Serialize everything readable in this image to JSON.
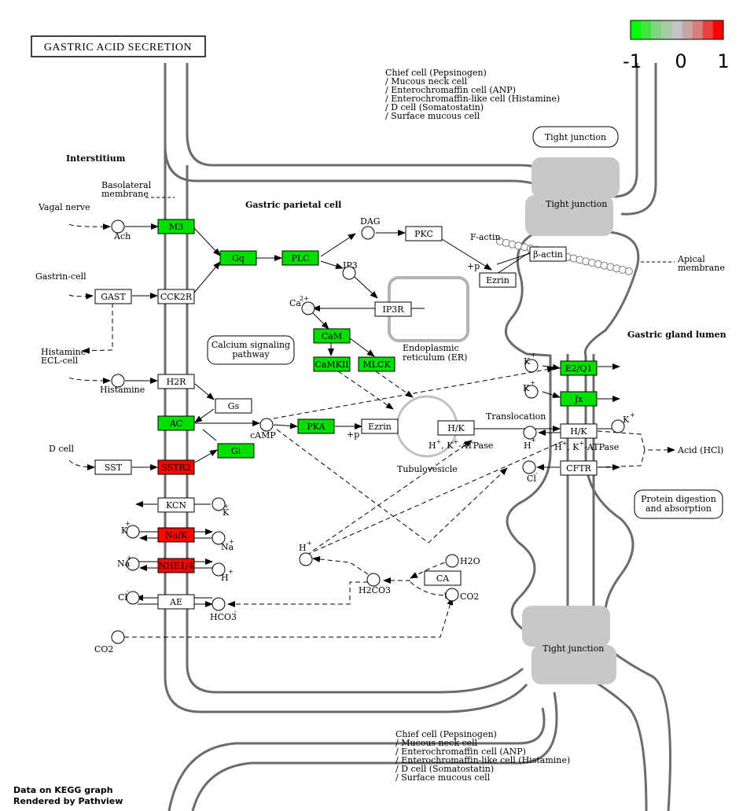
{
  "title": "GASTRIC ACID SECRETION",
  "colors": {
    "up": "#ff0000",
    "down": "#00e000",
    "none": "#ffffff",
    "membrane": "#6b6b6b",
    "junction": "#c8c8c8"
  },
  "legend": {
    "ticks": [
      "-1",
      "0",
      "1"
    ],
    "swatches": [
      "#00ff00",
      "#3fe83f",
      "#7fd67f",
      "#a6c9a6",
      "#c3c3c3",
      "#c9a6a6",
      "#d67f7f",
      "#e83f3f",
      "#ff0000"
    ]
  },
  "labels": {
    "chief_top": [
      "Chief cell (Pepsinogen)",
      "/ Mucous neck cell",
      "/ Enterochromaffin cell (ANP)",
      "/ Enterochromaffin-like cell (Histamine)",
      "/ D cell (Somatostatin)",
      "/ Surface mucous cell"
    ],
    "chief_bottom": [
      "Chief cell (Pepsinogen)",
      "/ Mucous neck cell",
      "/ Enterochromaffin cell (ANP)",
      "/ Enterochromaffin-like cell (Histamine)",
      "/ D cell (Somatostatin)",
      "/ Surface mucous cell"
    ],
    "tight_junction": "Tight junction",
    "interstitium": "Interstitium",
    "basolateral": [
      "Basolateral",
      "membrane"
    ],
    "parietal": "Gastric parietal cell",
    "vagal": "Vagal nerve",
    "ach": "Ach",
    "gastrin_cell": "Gastrin-cell",
    "histamine_ecl": [
      "Histamine",
      "ECL-cell"
    ],
    "histamine": "Histamine",
    "d_cell": "D cell",
    "dag": "DAG",
    "ip3": "IP3",
    "ca2": "Ca",
    "factin": "F-actin",
    "apical": [
      "Apical",
      "membrane"
    ],
    "lumen": "Gastric gland lumen",
    "er": [
      "Endoplasmic",
      "reticulum (ER)"
    ],
    "calcium_pathway": [
      "Calcium signaling",
      "pathway"
    ],
    "camp": "cAMP",
    "plus_p": "+p",
    "tubulovesicle": "Tubulovesicle",
    "translocation": "Translocation",
    "hk_atpase": "-ATPase",
    "h": "H",
    "k": "K",
    "na": "Na",
    "cl": "Cl",
    "hco3": "HCO3",
    "h2co3": "H2CO3",
    "h2o": "H2O",
    "co2": "CO2",
    "acid": "Acid (HCl)",
    "protein": [
      "Protein digestion",
      "and absorption"
    ],
    "footer": [
      "Data on KEGG graph",
      "Rendered by Pathview"
    ]
  },
  "nodes": {
    "M3": "M3",
    "Gq": "Gq",
    "PLC": "PLC",
    "PKC": "PKC",
    "GAST": "GAST",
    "CCK2R": "CCK2R",
    "IP3R": "IP3R",
    "CaM": "CaM",
    "CaMKII": "CaMKII",
    "MLCK": "MLCK",
    "H2R": "H2R",
    "Gs": "Gs",
    "AC": "AC",
    "PKA": "PKA",
    "Ezrin1": "Ezrin",
    "Ezrin2": "Ezrin",
    "bactin": "β-actin",
    "SST": "SST",
    "SSTR2": "SSTR2",
    "Gi": "Gi",
    "KCN": "KCN",
    "NaK": "Na/K",
    "NHE": "NHE1/4",
    "AE": "AE",
    "CA": "CA",
    "E2Q1": "E2/Q1",
    "Jx": "Jx",
    "HK1": "H/K",
    "HK2": "H/K",
    "CFTR": "CFTR"
  }
}
